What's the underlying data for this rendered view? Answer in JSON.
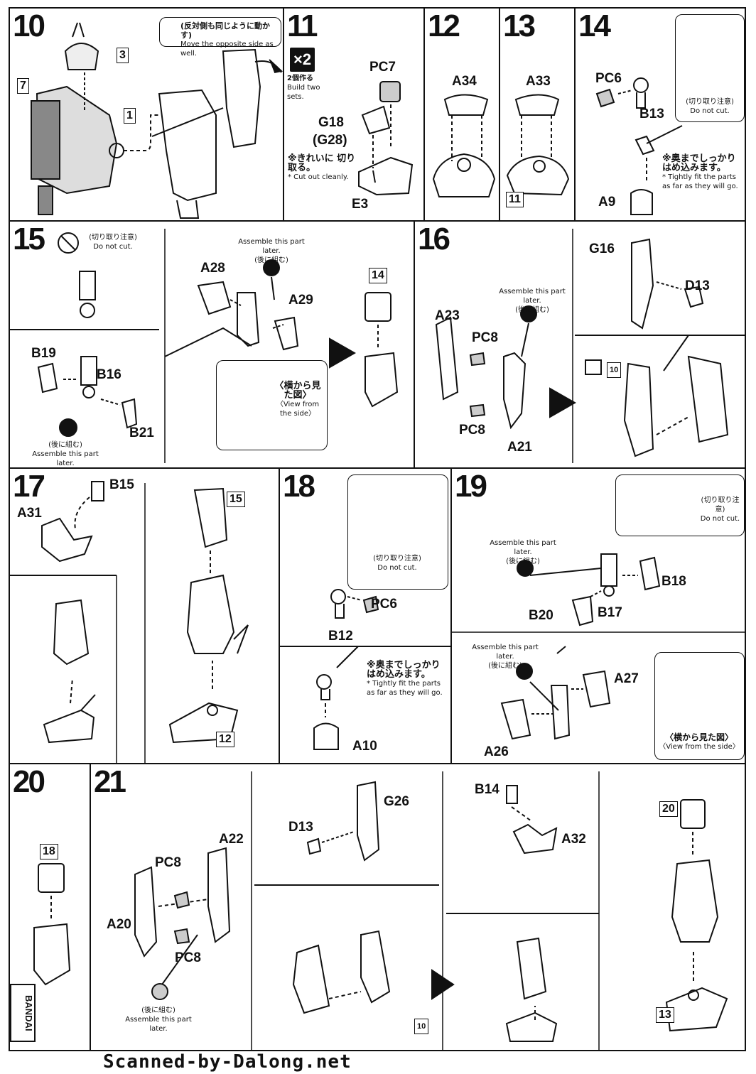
{
  "footer": "Scanned-by-Dalong.net",
  "brand": "BANDAI",
  "common": {
    "move_opposite_jp": "(反対側も同じように動かす)",
    "move_opposite_en": "Move the opposite side as well.",
    "do_not_cut_jp": "(切り取り注意)",
    "do_not_cut_en": "Do not cut.",
    "assemble_later_en": "Assemble this part later.",
    "assemble_later_jp": "(後に組む)",
    "tight_fit_jp": "※奥までしっかり はめ込みます。",
    "tight_fit_en": "* Tightly fit the parts as far as they will go.",
    "view_side_jp": "〈横から見た図〉",
    "view_side_en": "〈View from the side〉",
    "cut_clean_jp": "※きれいに 切り取る。",
    "cut_clean_en": "* Cut out cleanly."
  },
  "steps": {
    "s10": {
      "num": "10",
      "refs": [
        "3",
        "7",
        "1"
      ]
    },
    "s11": {
      "num": "11",
      "badge": "×2",
      "badge_jp": "2個作る",
      "badge_en": "Build two sets.",
      "parts": [
        "PC7",
        "G18",
        "(G28)",
        "E3"
      ]
    },
    "s12": {
      "num": "12",
      "parts": [
        "A34"
      ]
    },
    "s13": {
      "num": "13",
      "parts": [
        "A33"
      ],
      "ref": "11"
    },
    "s14": {
      "num": "14",
      "parts": [
        "PC6",
        "B13",
        "A9"
      ]
    },
    "s15": {
      "num": "15",
      "parts": [
        "A28",
        "A29",
        "B19",
        "B16",
        "B21"
      ],
      "ref": "14"
    },
    "s16": {
      "num": "16",
      "parts": [
        "A23",
        "PC8",
        "PC8",
        "A21",
        "G16",
        "D13"
      ],
      "ref": "10"
    },
    "s17": {
      "num": "17",
      "parts": [
        "B15",
        "A31"
      ],
      "refs": [
        "15",
        "12"
      ]
    },
    "s18": {
      "num": "18",
      "parts": [
        "PC6",
        "B12",
        "A10"
      ]
    },
    "s19": {
      "num": "19",
      "parts": [
        "B18",
        "B20",
        "B17",
        "A27",
        "A26"
      ]
    },
    "s20": {
      "num": "20",
      "ref": "18"
    },
    "s21": {
      "num": "21",
      "parts": [
        "A22",
        "PC8",
        "A20",
        "PC8",
        "G26",
        "D13",
        "B14",
        "A32"
      ],
      "refs": [
        "10",
        "20",
        "13"
      ]
    }
  },
  "colors": {
    "ink": "#111111",
    "paper": "#ffffff"
  }
}
